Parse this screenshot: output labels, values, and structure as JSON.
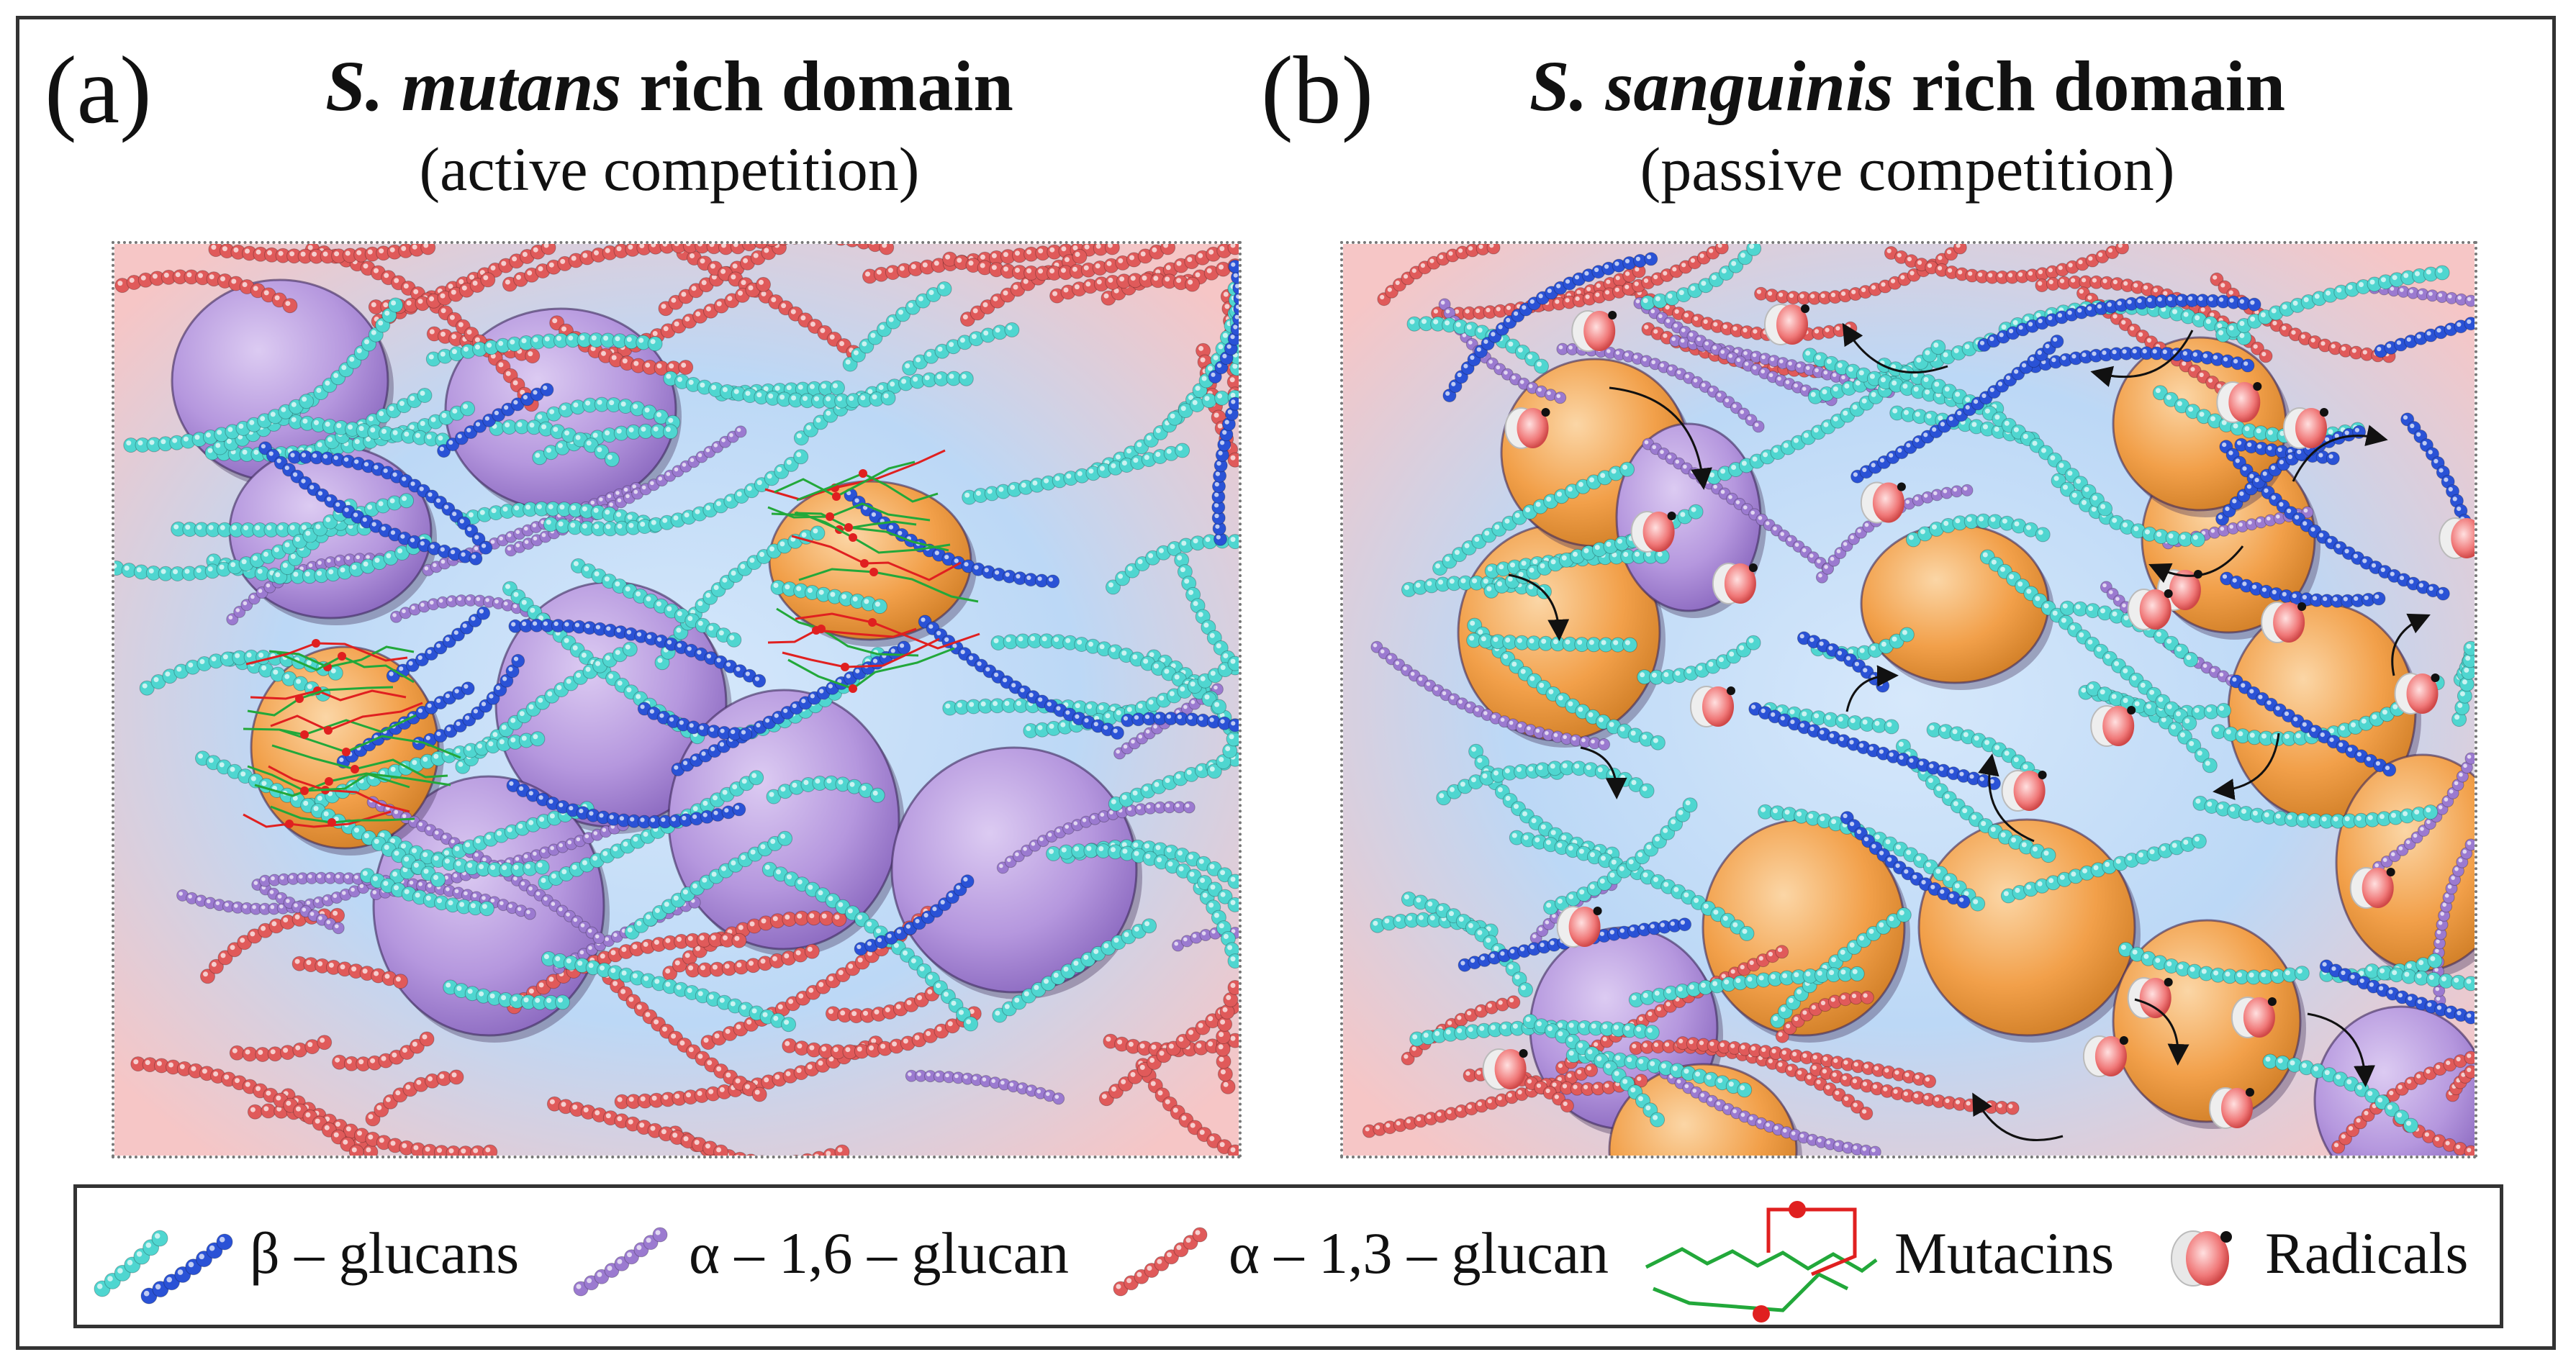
{
  "panels": [
    {
      "letter": "(a)",
      "title_italic": "S. mutans",
      "title_rest": " rich domain",
      "subtitle": "(active competition)"
    },
    {
      "letter": "(b)",
      "title_italic": "S. sanguinis",
      "title_rest": " rich domain",
      "subtitle": "(passive competition)"
    }
  ],
  "legend": {
    "items": [
      {
        "label": "β – glucans"
      },
      {
        "label": "α – 1,6 – glucan"
      },
      {
        "label": "α – 1,3 – glucan"
      },
      {
        "label": "Mutacins"
      },
      {
        "label": "Radicals"
      }
    ]
  },
  "colors": {
    "beta_glucan": "#4fd6d0",
    "beta_glucan_dark": "#2a52d6",
    "alpha16_glucan": "#9b7ad0",
    "alpha13_glucan": "#e05a5a",
    "mutans_cell": "#b597de",
    "sanguinis_cell": "#f2a04a",
    "mutacin_green": "#22a83a",
    "mutacin_red": "#e02020",
    "radical": "#f07878",
    "background_blue": "#bcd8f6",
    "background_pink": "#f6c6c6"
  }
}
